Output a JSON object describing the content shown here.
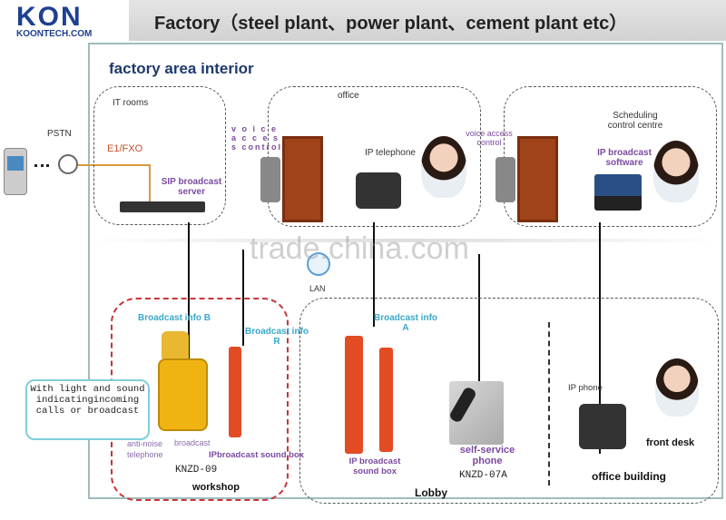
{
  "header": {
    "logo_text": "KOONTECH.COM",
    "logo_mark": "KON",
    "title": "Factory（steel plant、power plant、cement plant etc）"
  },
  "diagram": {
    "area_title": "factory area interior",
    "pstn": "PSTN",
    "it_rooms": {
      "label": "IT rooms",
      "e1": "E1/FXO",
      "server": "SIP broadcast server"
    },
    "office": {
      "label": "office",
      "access": "v o i c e a c c e s s control",
      "ip_tel": "IP telephone"
    },
    "scheduling": {
      "label": "Scheduling control centre",
      "access": "voice access control",
      "software": "IP broadcast software"
    },
    "watermark": "trade.china.com",
    "lan": "LAN",
    "workshop": {
      "label": "workshop",
      "info_b": "Broadcast info  B",
      "info_r": "Broadcast info R",
      "callout": "With light and sound indicatingincoming calls or broadcast",
      "anti_noise": "anti-noise telephone",
      "broadcast": "broadcast",
      "model": "KNZD-09",
      "sound_box": "IPbroadcast sound box"
    },
    "lobby": {
      "label": "Lobby",
      "info_a": "Broadcast info A",
      "sound_box": "IP broadcast sound box",
      "self_service": "self-service phone",
      "model": "KNZD-07A"
    },
    "office_building": {
      "label": "office building",
      "ip_phone": "IP phone",
      "front_desk": "front desk"
    }
  }
}
